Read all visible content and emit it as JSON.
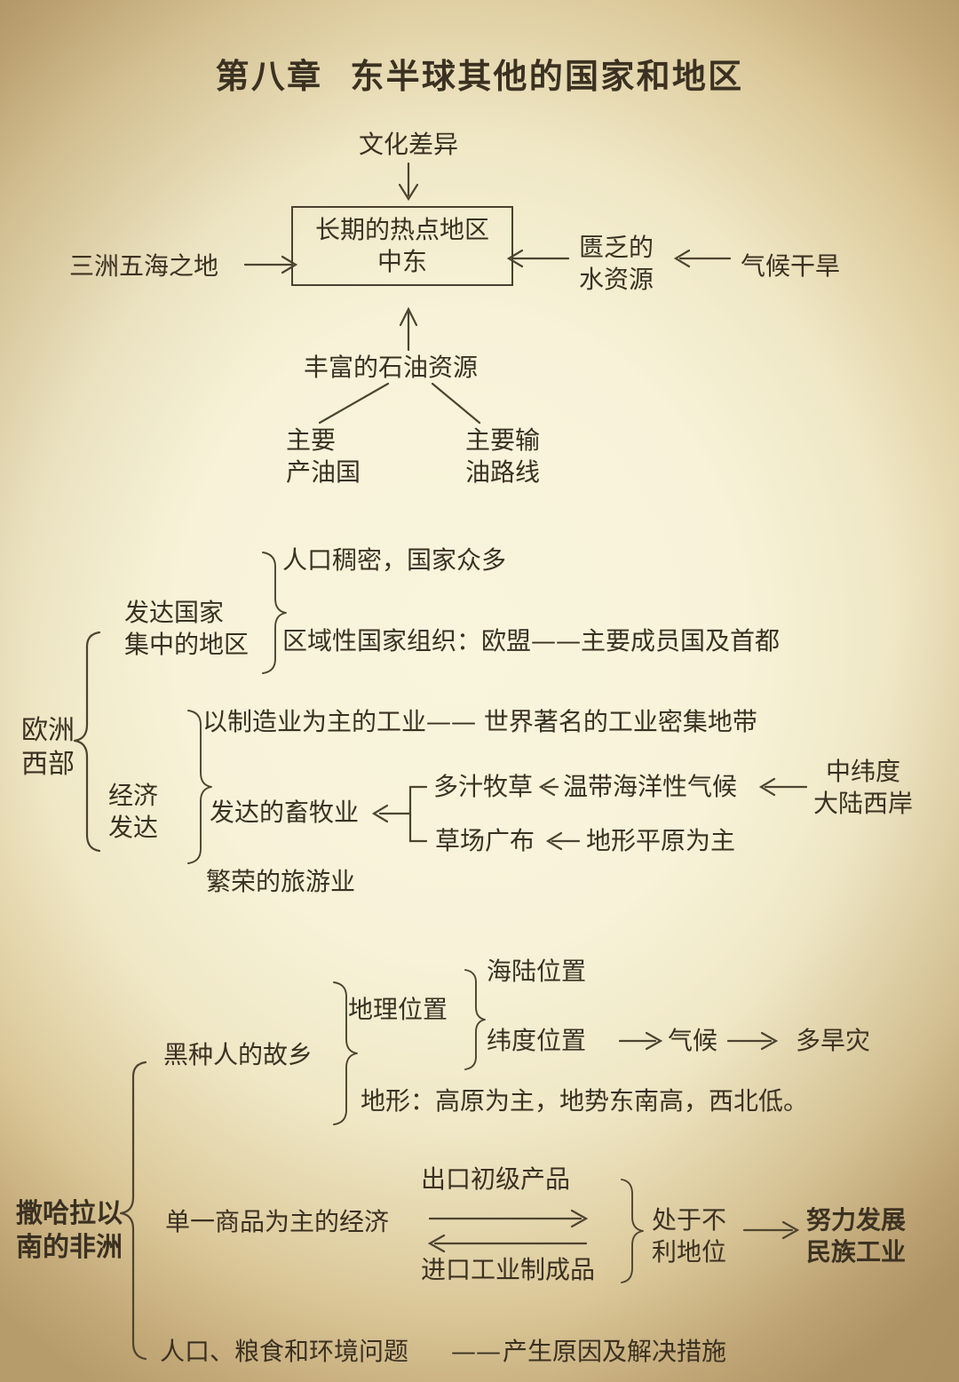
{
  "title": "第八章  东半球其他的国家和地区",
  "middle_east": {
    "center_box": "长期的热点地区\n中东",
    "top_factor": "文化差异",
    "left_factor": "三洲五海之地",
    "right_factor": "匮乏的\n水资源",
    "far_right_factor": "气候干旱",
    "bottom_factor": "丰富的石油资源",
    "oil_children": [
      "主要\n产油国",
      "主要输\n油路线"
    ]
  },
  "europe": {
    "root": "欧洲\n西部",
    "branch1": {
      "label": "发达国家\n集中的地区",
      "items": [
        "人口稠密，国家众多",
        "区域性国家组织：欧盟——主要成员国及首都"
      ]
    },
    "branch2": {
      "label": "经济\n发达",
      "items": [
        "以制造业为主的工业—— 世界著名的工业密集地带",
        "发达的畜牧业",
        "繁荣的旅游业"
      ],
      "livestock_children": [
        "多汁牧草",
        "草场广布"
      ],
      "climate_cause": "温带海洋性气候",
      "terrain_cause": "地形平原为主",
      "location_cause": "中纬度\n大陆西岸"
    }
  },
  "africa": {
    "root": "撒哈拉以\n南的非洲",
    "branch1": {
      "label": "黑种人的故乡",
      "geo_label": "地理位置",
      "geo_items": [
        "海陆位置",
        "纬度位置"
      ],
      "chain": [
        "气候",
        "多旱灾"
      ],
      "terrain": "地形：高原为主，地势东南高，西北低。"
    },
    "branch2": {
      "label": "单一商品为主的经济",
      "export": "出口初级产品",
      "import": "进口工业制成品",
      "result": "处于不\n利地位",
      "solution": "努力发展\n民族工业"
    },
    "branch3": {
      "label": "人口、粮食和环境问题",
      "dash": "——",
      "detail": "产生原因及解决措施"
    }
  },
  "colors": {
    "ink": "#3a3122",
    "stroke": "#4d4331",
    "paper_center": "#f9f5dd",
    "paper_edge": "#bda271"
  }
}
